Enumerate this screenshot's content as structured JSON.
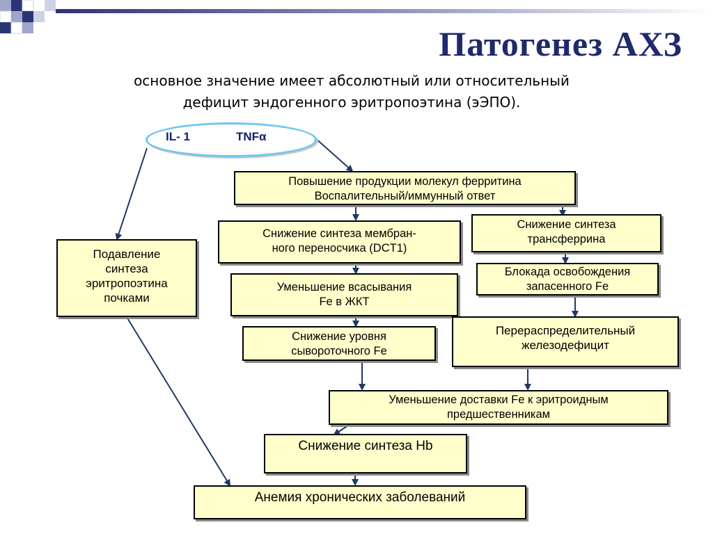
{
  "slide": {
    "title": "Патогенез АХЗ",
    "subtitle_line1": "основное значение имеет абсолютный или относительный",
    "subtitle_line2": "дефицит эндогенного эритропоэтина (эЭПО)."
  },
  "diagram": {
    "cytokines": {
      "il1": "IL- 1",
      "tnf": "TNFα"
    },
    "nodes": {
      "ferritin": [
        "Повышение продукции молекул ферритина",
        "Воспалительный/иммунный ответ"
      ],
      "epo_suppression": [
        "Подавление",
        "синтеза",
        "эритропоэтина",
        "почками"
      ],
      "dct1": [
        "Снижение синтеза мембран-",
        "ного переносчика (DCT1)"
      ],
      "transferrin": [
        "Снижение  синтеза",
        "трансферрина"
      ],
      "absorption": [
        "Уменьшение всасывания",
        "Fe в ЖКТ"
      ],
      "blockade": [
        "Блокада освобождения",
        "запасенного Fe"
      ],
      "serum_fe": [
        "Снижение уровня",
        "сывороточного Fe"
      ],
      "redistribution": [
        "Перераспределительный",
        "железодефицит"
      ],
      "delivery": [
        "Уменьшение доставки Fe к эритроидным",
        "предшественникам"
      ],
      "hb": [
        "Снижение синтеза  Hb"
      ],
      "anemia": [
        "Анемия хронических  заболеваний"
      ]
    },
    "colors": {
      "box_fill": "#ffffcc",
      "arrow": "#1f3864",
      "ellipse_border": "#6ec6f0",
      "title": "#1f2a6b"
    }
  }
}
